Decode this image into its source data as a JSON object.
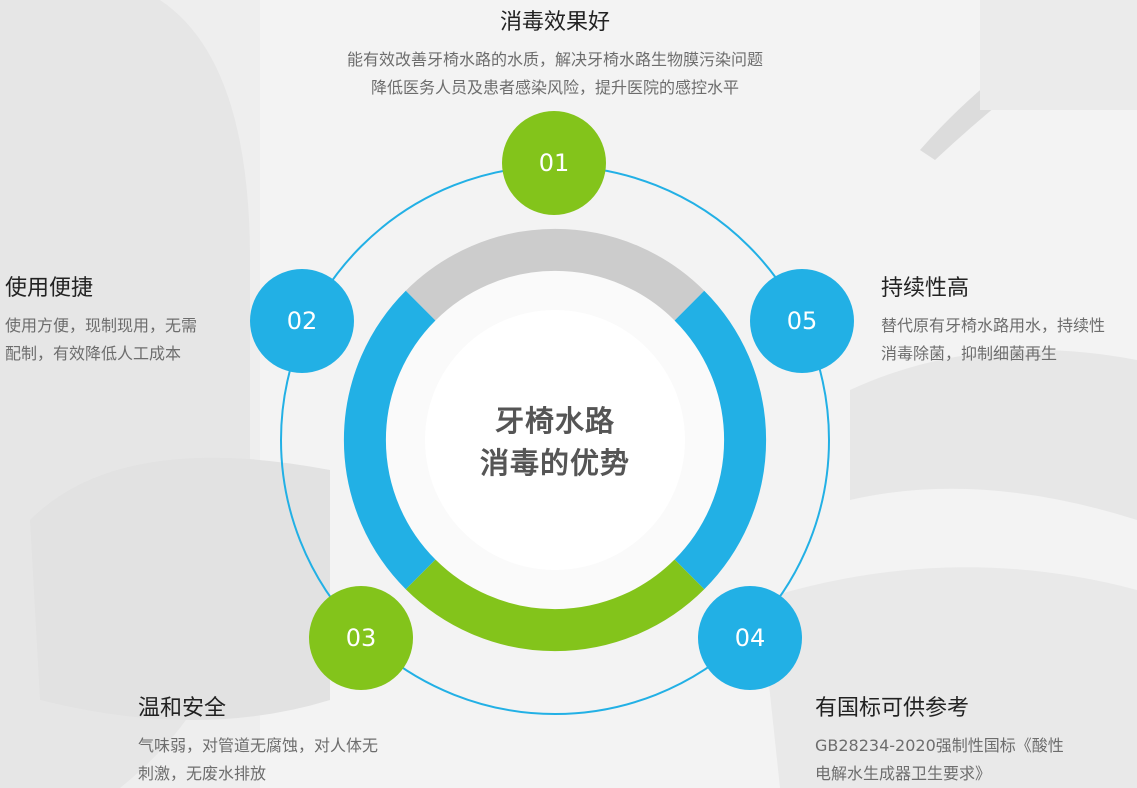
{
  "center": {
    "line1": "牙椅水路",
    "line2": "消毒的优势"
  },
  "colors": {
    "green": "#83c41b",
    "blue": "#22b0e5",
    "gray": "#cccccc",
    "ring_line": "#22b0e5"
  },
  "items": [
    {
      "num": "01",
      "title": "消毒效果好",
      "desc1": "能有效改善牙椅水路的水质，解决牙椅水路生物膜污染问题",
      "desc2": "降低医务人员及患者感染风险，提升医院的感控水平",
      "color": "green"
    },
    {
      "num": "02",
      "title": "使用便捷",
      "desc1": "使用方便，现制现用，无需",
      "desc2": "配制，有效降低人工成本",
      "color": "blue"
    },
    {
      "num": "03",
      "title": "温和安全",
      "desc1": "气味弱，对管道无腐蚀，对人体无",
      "desc2": "刺激，无废水排放",
      "color": "green"
    },
    {
      "num": "04",
      "title": "有国标可供参考",
      "desc1": "GB28234-2020强制性国标《酸性",
      "desc2": "电解水生成器卫生要求》",
      "color": "blue"
    },
    {
      "num": "05",
      "title": "持续性高",
      "desc1": "替代原有牙椅水路用水，持续性",
      "desc2": "消毒除菌，抑制细菌再生",
      "color": "blue"
    }
  ]
}
